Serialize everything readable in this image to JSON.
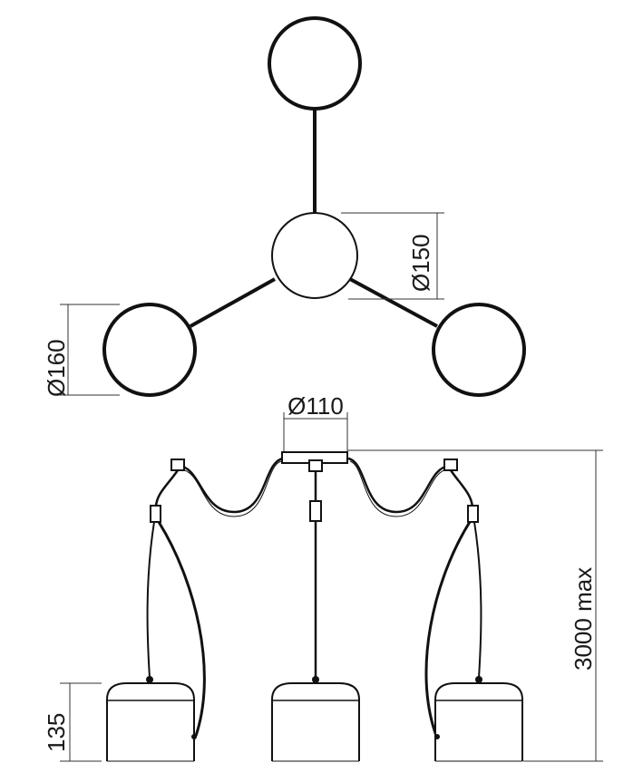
{
  "colors": {
    "line": "#111111",
    "dimension": "#333333",
    "background": "#ffffff"
  },
  "top_view": {
    "large_disc_diameter": "Ø160",
    "center_canopy_diameter": "Ø150"
  },
  "side_view": {
    "canopy_diameter": "Ø110",
    "max_height": "3000 max",
    "shade_height": "135"
  }
}
